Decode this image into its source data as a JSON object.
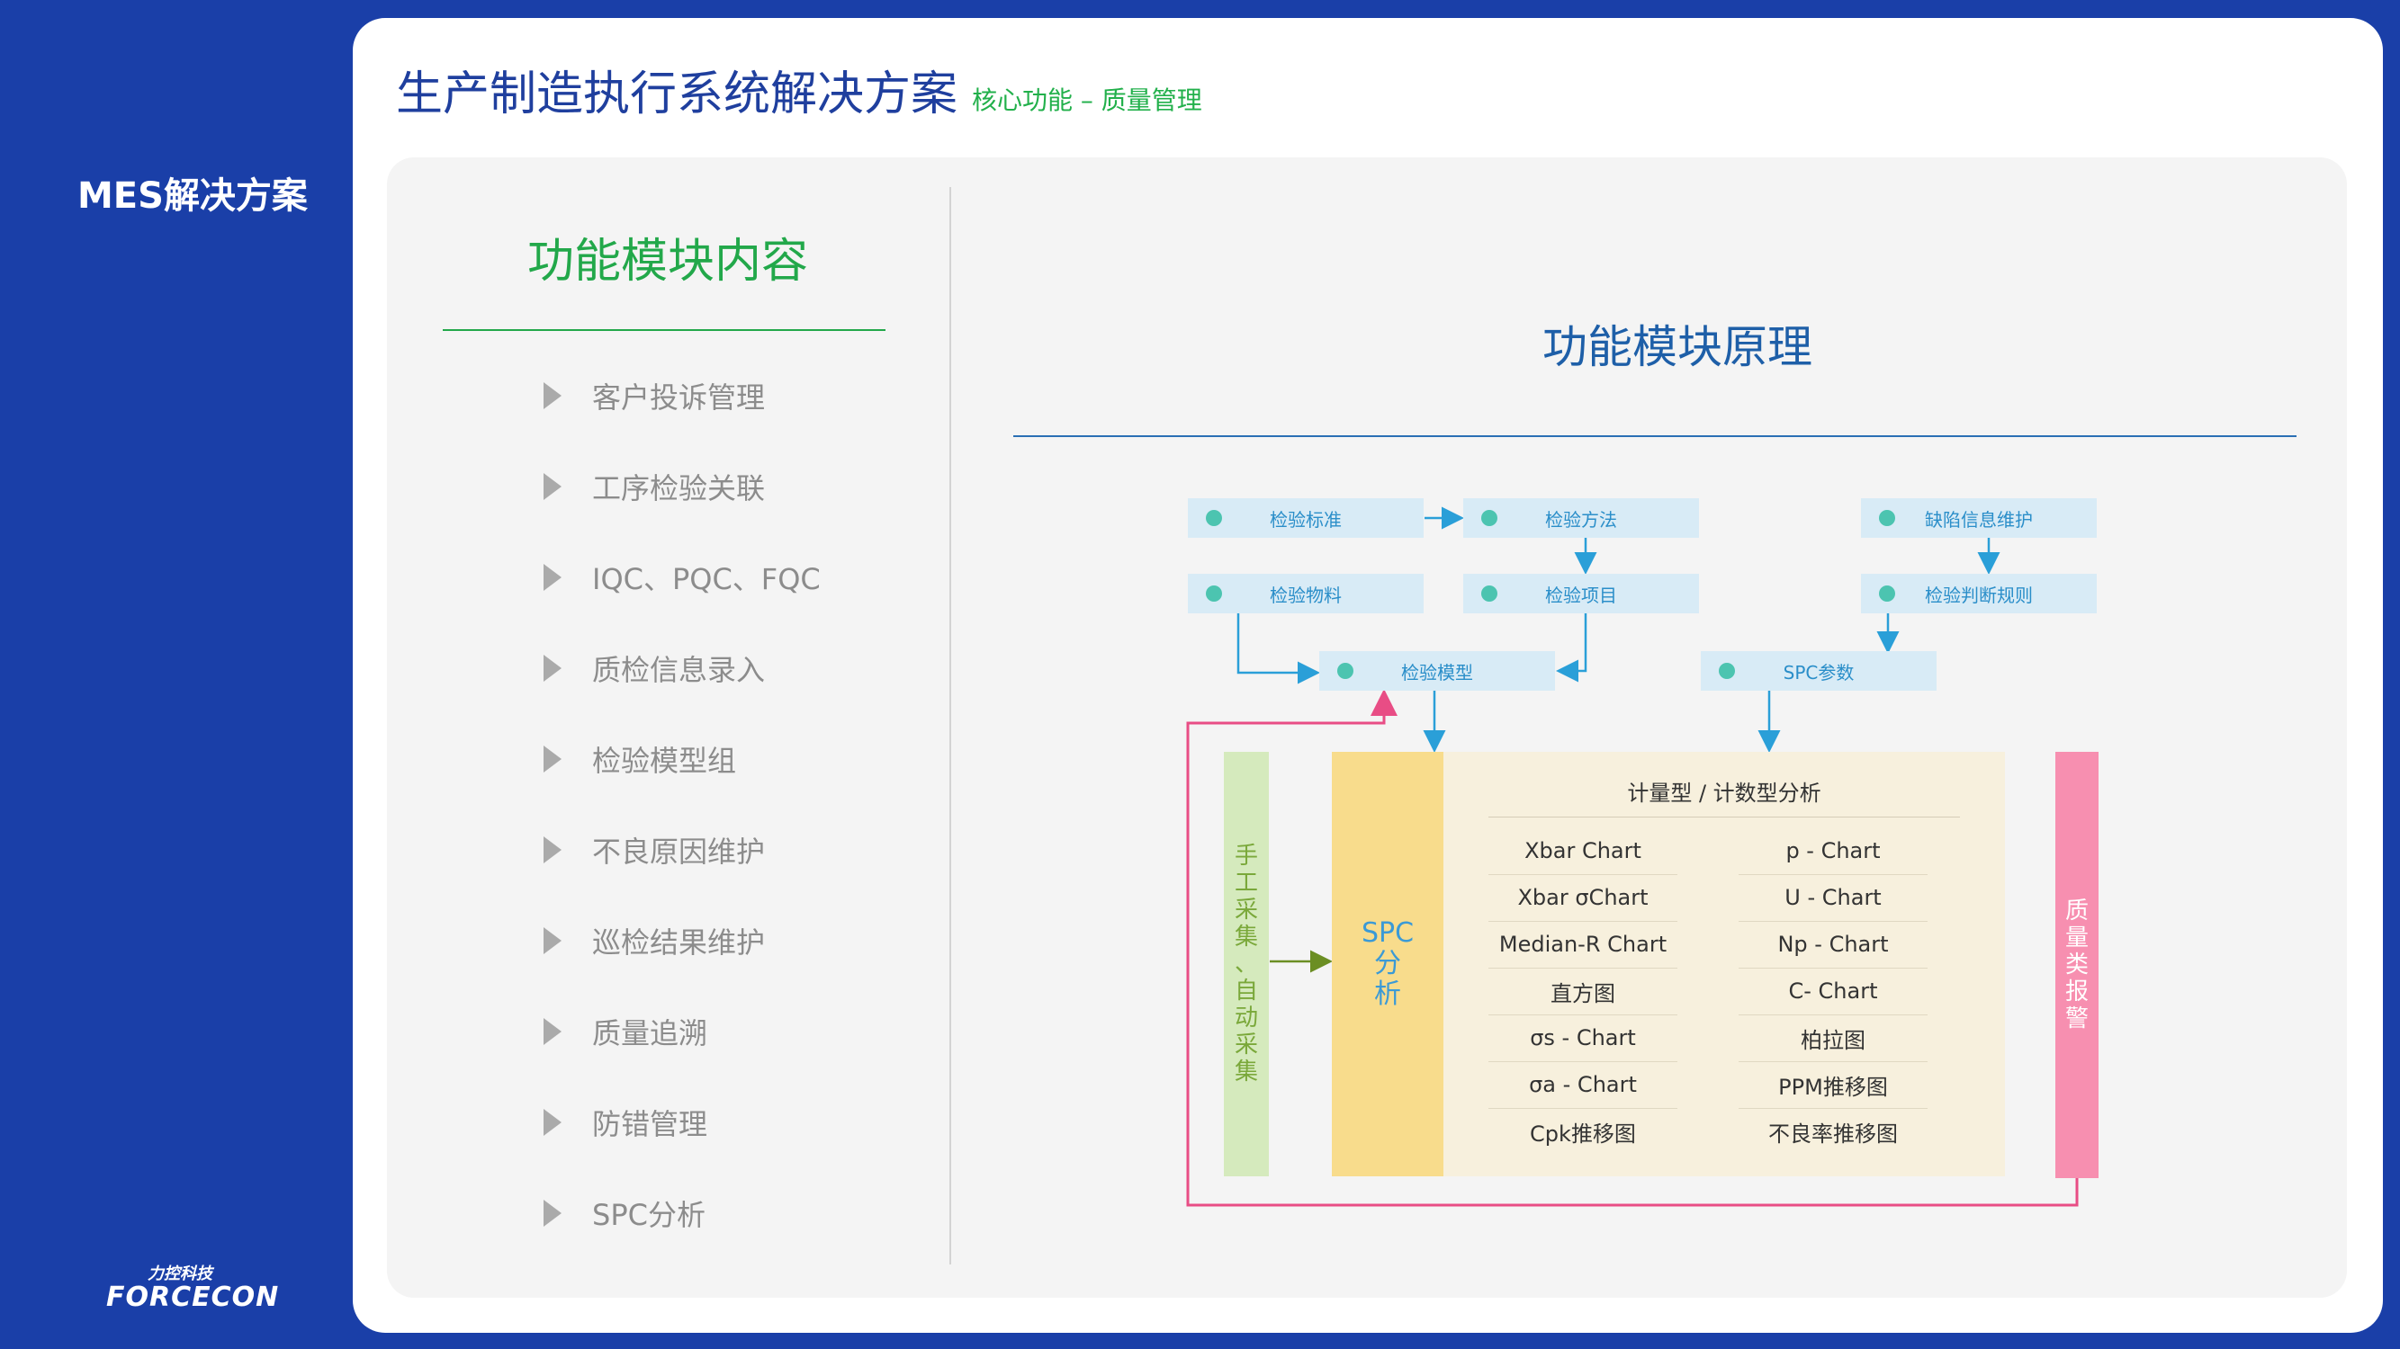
{
  "sidebar": {
    "title": "MES解决方案",
    "logo_cn": "力控科技",
    "logo_en": "FORCECON"
  },
  "header": {
    "title": "生产制造执行系统解决方案",
    "subtitle": "核心功能 – 质量管理"
  },
  "left": {
    "heading": "功能模块内容",
    "items": [
      "客户投诉管理",
      "工序检验关联",
      "IQC、PQC、FQC",
      "质检信息录入",
      "检验模型组",
      "不良原因维护",
      "巡检结果维护",
      "质量追溯",
      "防错管理",
      "SPC分析"
    ]
  },
  "right": {
    "heading": "功能模块原理",
    "flow": {
      "inspect_standard": "检验标准",
      "inspect_method": "检验方法",
      "defect_info": "缺陷信息维护",
      "inspect_material": "检验物料",
      "inspect_item": "检验项目",
      "inspect_rule": "检验判断规则",
      "inspect_model": "检验模型",
      "spc_param": "SPC参数"
    },
    "collect_chars": [
      "手",
      "工",
      "采",
      "集",
      "、",
      "自",
      "动",
      "采",
      "集"
    ],
    "spc_lines": [
      "SPC",
      "分",
      "析"
    ],
    "alarm_chars": [
      "质",
      "量",
      "类",
      "报",
      "警"
    ],
    "analysis_title": "计量型 / 计数型分析",
    "charts_left": [
      "Xbar Chart",
      "Xbar σChart",
      "Median-R Chart",
      "直方图",
      "σs - Chart",
      "σa - Chart",
      "Cpk推移图"
    ],
    "charts_right": [
      "p - Chart",
      "U - Chart",
      "Np - Chart",
      "C- Chart",
      "柏拉图",
      "PPM推移图",
      "不良率推移图"
    ]
  },
  "colors": {
    "accent_blue": "#1a3fa8",
    "green": "#22a84a",
    "flow_blue": "#2a8ec9",
    "alarm_pink": "#f78fb0",
    "pink_line": "#e84d85"
  }
}
